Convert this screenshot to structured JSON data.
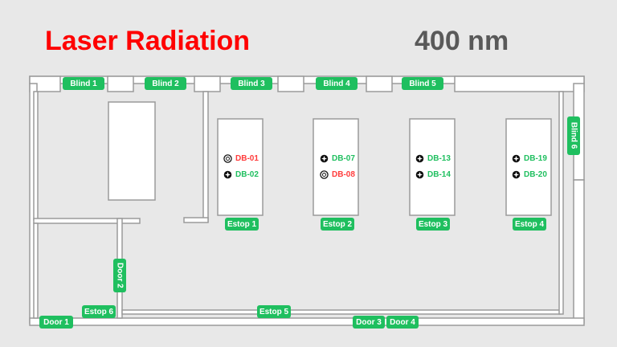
{
  "header": {
    "title": "Laser Radiation",
    "wavelength": "400 nm"
  },
  "colors": {
    "status_ok": "#1fbf5f",
    "status_alert": "#ff3b3b",
    "title_alert": "#ff0000",
    "wavelength_text": "#595959"
  },
  "blinds": [
    "Blind 1",
    "Blind 2",
    "Blind 3",
    "Blind 4",
    "Blind 5",
    "Blind 6"
  ],
  "estops": [
    "Estop 1",
    "Estop 2",
    "Estop 3",
    "Estop 4",
    "Estop 5",
    "Estop 6"
  ],
  "doors": [
    "Door 1",
    "Door 2",
    "Door 3",
    "Door 4"
  ],
  "tables": [
    {
      "devices": [
        {
          "label": "DB-01",
          "status": "alert",
          "icon": "shutter-open-icon"
        },
        {
          "label": "DB-02",
          "status": "ok",
          "icon": "shutter-closed-icon"
        }
      ]
    },
    {
      "devices": [
        {
          "label": "DB-07",
          "status": "ok",
          "icon": "shutter-closed-icon"
        },
        {
          "label": "DB-08",
          "status": "alert",
          "icon": "shutter-open-icon"
        }
      ]
    },
    {
      "devices": [
        {
          "label": "DB-13",
          "status": "ok",
          "icon": "shutter-closed-icon"
        },
        {
          "label": "DB-14",
          "status": "ok",
          "icon": "shutter-closed-icon"
        }
      ]
    },
    {
      "devices": [
        {
          "label": "DB-19",
          "status": "ok",
          "icon": "shutter-closed-icon"
        },
        {
          "label": "DB-20",
          "status": "ok",
          "icon": "shutter-closed-icon"
        }
      ]
    }
  ]
}
